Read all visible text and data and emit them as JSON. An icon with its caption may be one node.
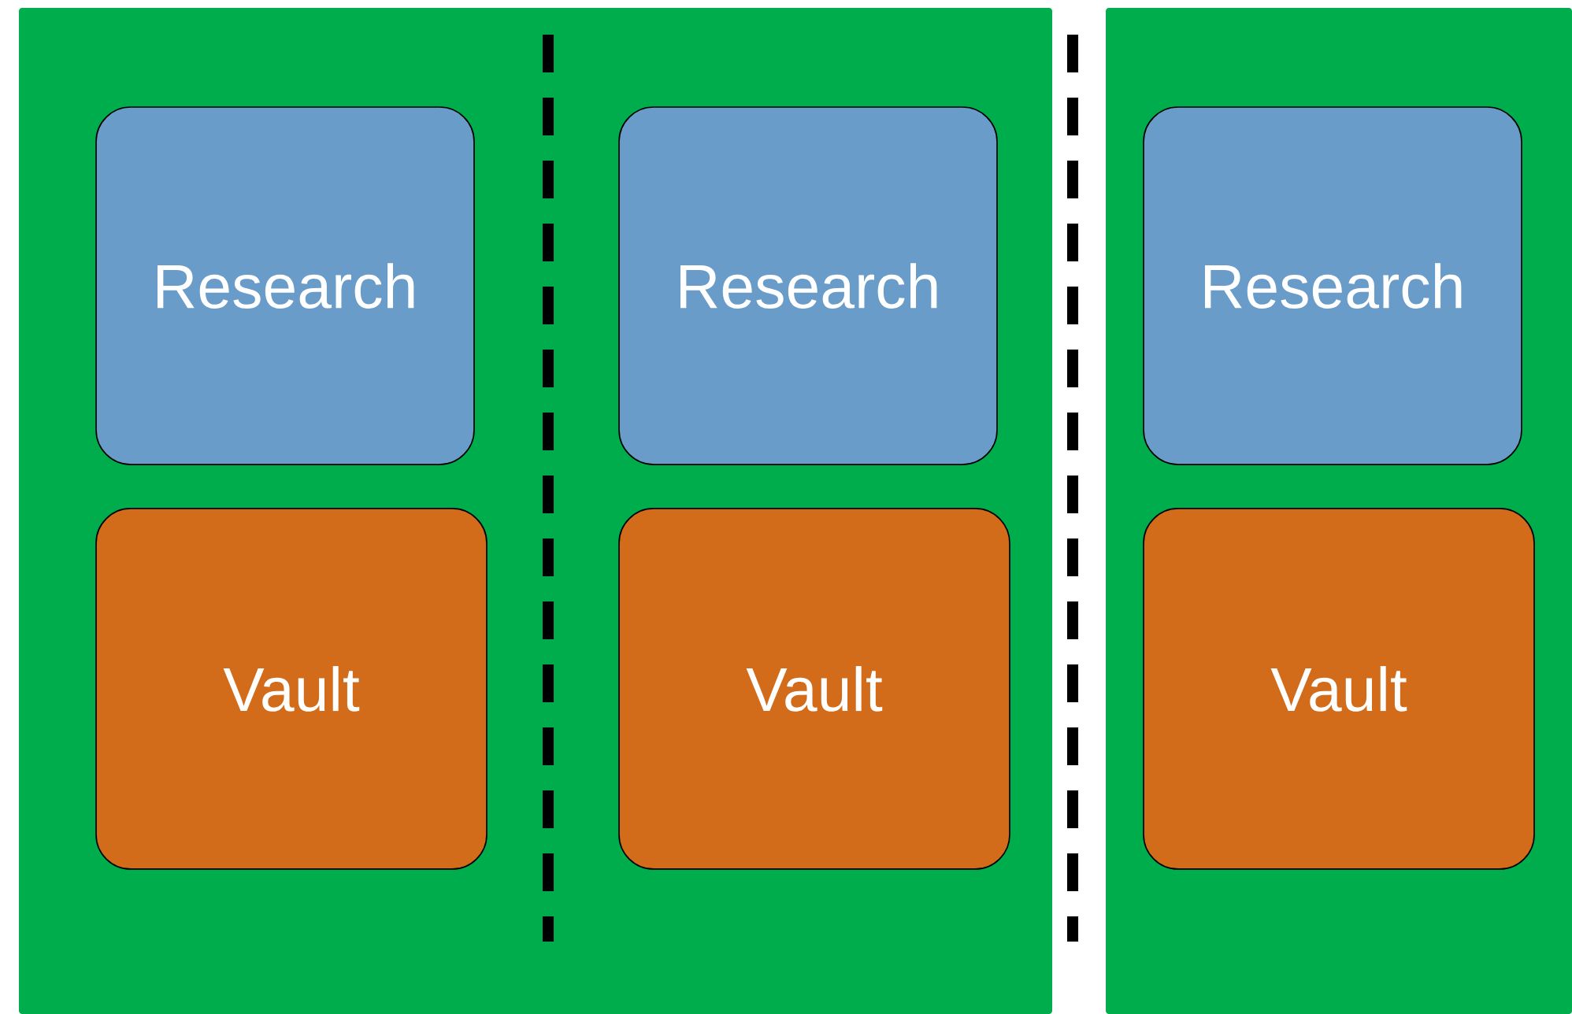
{
  "diagram": {
    "nodes": [
      {
        "text": [],
        "shape": "box"
      },
      {
        "text": [
          "Research"
        ],
        "in": 0
      },
      {
        "text": [
          "Vault"
        ],
        "in": 0
      },
      {
        "text": [
          "Research"
        ],
        "in": 0
      },
      {
        "text": [
          "Vault"
        ],
        "in": 0
      },
      {
        "text": [],
        "shape": "box"
      },
      {
        "text": [
          "Research"
        ],
        "in": 5
      },
      {
        "text": [
          "Vault"
        ],
        "in": 5
      }
    ]
  }
}
